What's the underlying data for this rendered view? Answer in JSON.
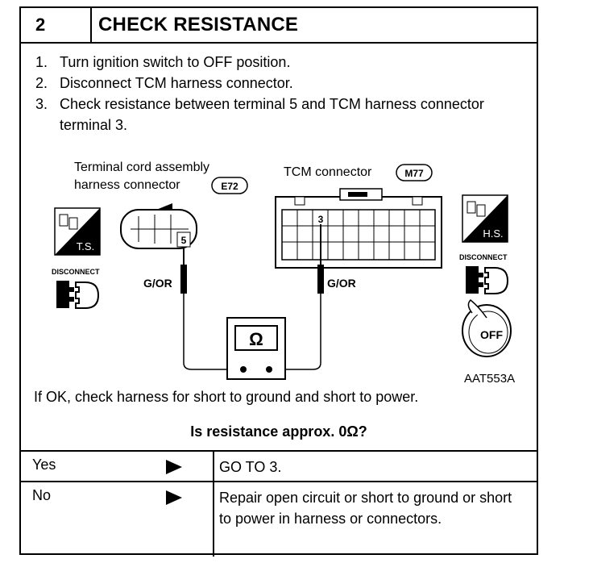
{
  "header": {
    "step_number": "2",
    "title": "CHECK RESISTANCE"
  },
  "steps": [
    {
      "num": "1.",
      "text": "Turn ignition switch to OFF position."
    },
    {
      "num": "2.",
      "text": "Disconnect TCM harness connector."
    },
    {
      "num": "3.",
      "text": "Check resistance between terminal 5 and TCM harness connector terminal 3."
    }
  ],
  "diagram": {
    "left_connector_label_1": "Terminal cord assembly",
    "left_connector_label_2": "harness connector",
    "left_connector_code": "E72",
    "tcm_connector_label": "TCM connector",
    "tcm_connector_code": "M77",
    "left_terminal": "5",
    "tcm_terminal": "3",
    "left_wire_color": "G/OR",
    "tcm_wire_color": "G/OR",
    "meter_symbol": "Ω",
    "ts_label": "T.S.",
    "hs_label": "H.S.",
    "disconnect_label": "DISCONNECT",
    "key_label": "OFF",
    "figure_code": "AAT553A"
  },
  "ok_note": "If OK, check harness for short to ground and short to power.",
  "question": "Is resistance approx. 0Ω?",
  "answers": [
    {
      "label": "Yes",
      "action": "GO TO 3."
    },
    {
      "label": "No",
      "action": "Repair open circuit or short to ground or short to power in harness or connectors."
    }
  ]
}
